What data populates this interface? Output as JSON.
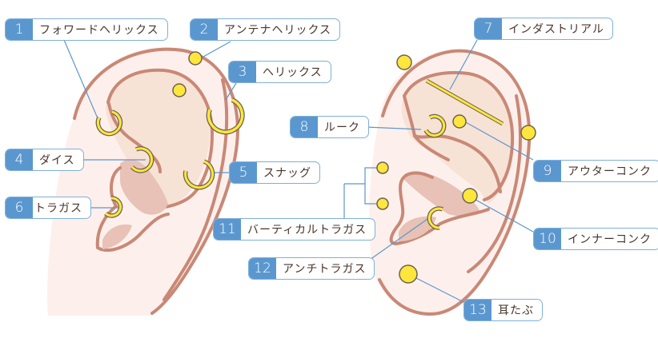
{
  "title": "Ear piercing locations",
  "colors": {
    "ear_fill": "#fdf0ec",
    "ear_inner": "#f7e2d6",
    "ear_shadow": "#e8c2b6",
    "ear_stroke": "#c98876",
    "jewelry": "#ffe63c",
    "jewelry_stroke": "#6b6150",
    "label_num_bg": "#5b97cf",
    "label_border": "#7fb0d8",
    "leader_line": "#5b97cf",
    "label_text": "#4a3328"
  },
  "labels": [
    {
      "num": "1",
      "text": "フォワードヘリックス"
    },
    {
      "num": "2",
      "text": "アンテナヘリックス"
    },
    {
      "num": "3",
      "text": "ヘリックス"
    },
    {
      "num": "4",
      "text": "ダイス"
    },
    {
      "num": "5",
      "text": "スナッグ"
    },
    {
      "num": "6",
      "text": "トラガス"
    },
    {
      "num": "7",
      "text": "インダストリアル"
    },
    {
      "num": "8",
      "text": "ルーク"
    },
    {
      "num": "9",
      "text": "アウターコンク"
    },
    {
      "num": "10",
      "text": "インナーコンク"
    },
    {
      "num": "11",
      "text": "バーティカルトラガス"
    },
    {
      "num": "12",
      "text": "アンチトラガス"
    },
    {
      "num": "13",
      "text": "耳たぶ"
    }
  ]
}
